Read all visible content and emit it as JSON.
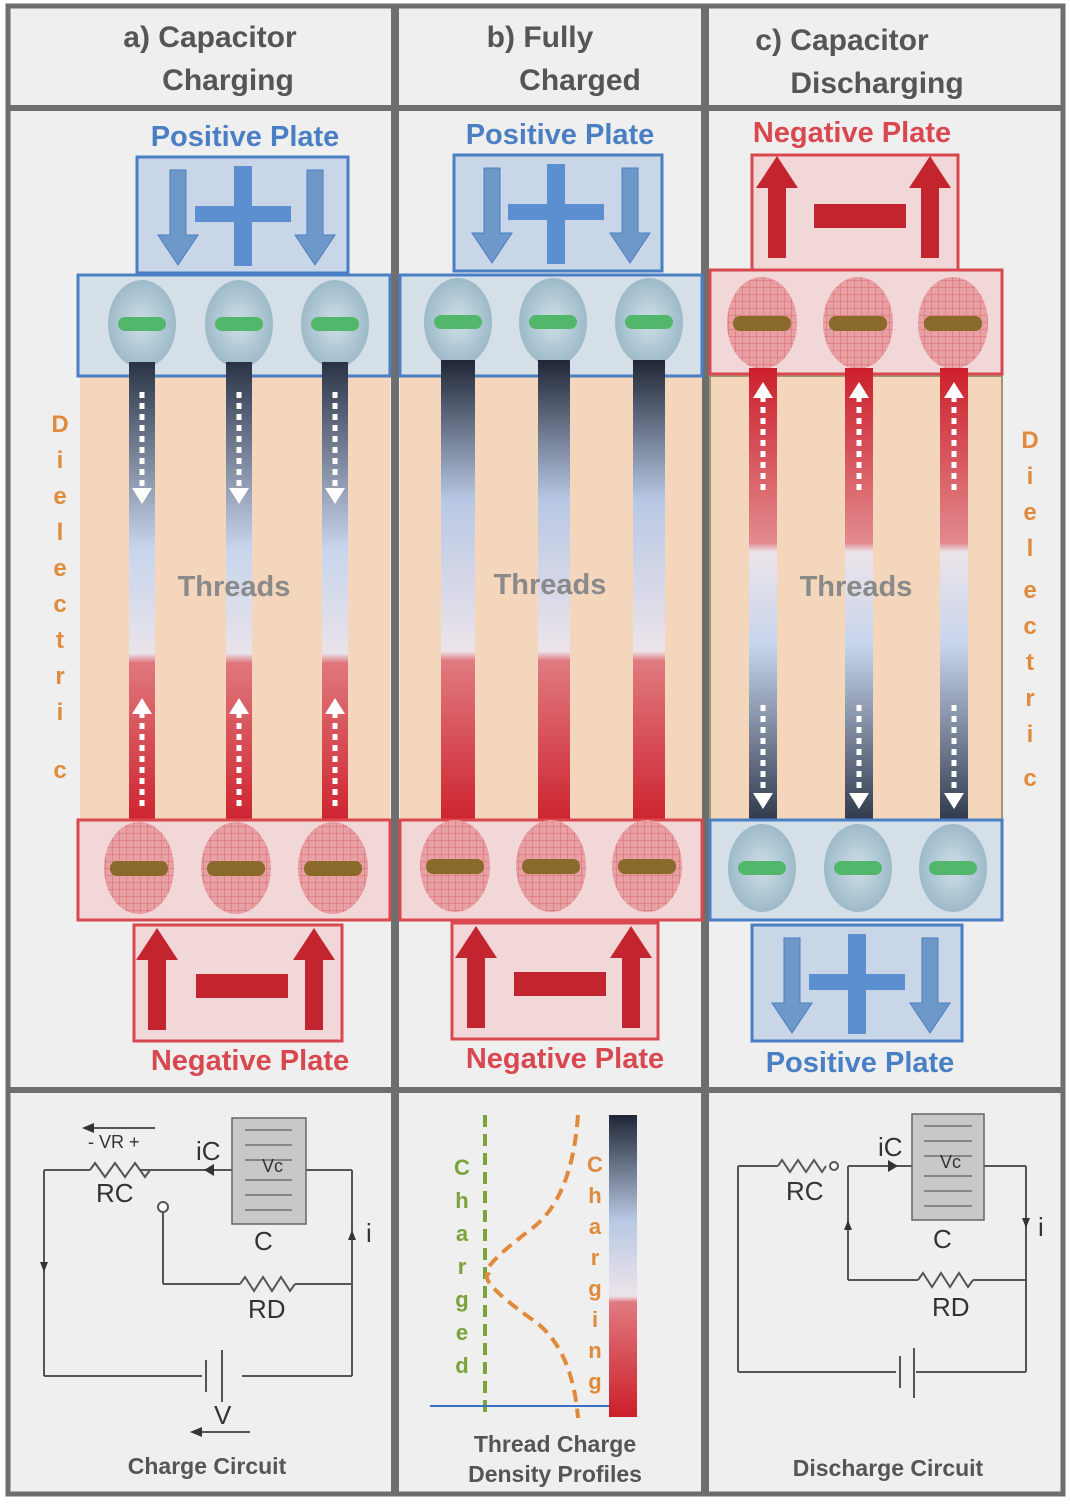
{
  "panels": [
    {
      "header_line1": "a) Capacitor",
      "header_line2": "Charging",
      "top_plate_label": "Positive  Plate",
      "bottom_plate_label": "Negative Plate",
      "threads_label": "Threads",
      "side_label": [
        "D",
        "i",
        "e",
        "l",
        "e",
        "c",
        "t",
        "r",
        "i",
        "c"
      ],
      "caption": "Charge Circuit"
    },
    {
      "header_line1": "b) Fully",
      "header_line2": "Charged",
      "top_plate_label": "Positive  Plate",
      "bottom_plate_label": "Negative Plate",
      "threads_label": "Threads",
      "caption_line1": "Thread Charge",
      "caption_line2": "Density Profiles"
    },
    {
      "header_line1": "c) Capacitor",
      "header_line2": "Discharging",
      "top_plate_label": "Negative Plate",
      "bottom_plate_label": "Positive  Plate",
      "threads_label": "Threads",
      "side_label": [
        "D",
        "i",
        "e",
        "l",
        "e",
        "c",
        "t",
        "r",
        "i",
        "c"
      ],
      "caption": "Discharge Circuit"
    }
  ],
  "charge_circuit": {
    "vr_label": "- VR +",
    "ic_label": "iC",
    "rc_label": "RC",
    "c_label": "C",
    "rd_label": "RD",
    "i_label": "i",
    "v_label": "V",
    "vc_label": "Vc"
  },
  "discharge_circuit": {
    "ic_label": "iC",
    "rc_label": "RC",
    "c_label": "C",
    "rd_label": "RD",
    "i_label": "i",
    "vc_label": "Vc"
  },
  "density_profiles": {
    "charged_label": [
      "C",
      "h",
      "a",
      "r",
      "g",
      "e",
      "d"
    ],
    "charging_label": [
      "C",
      "h",
      "a",
      "r",
      "g",
      "i",
      "n",
      "g"
    ]
  },
  "colors": {
    "positive": "#4a7fc4",
    "negative": "#d9474f",
    "dielectric": "#f4d6bc",
    "panel_bg": "#efefef",
    "border": "#777777",
    "charged_line": "#7aa33a",
    "charging_line": "#e08a3c"
  }
}
